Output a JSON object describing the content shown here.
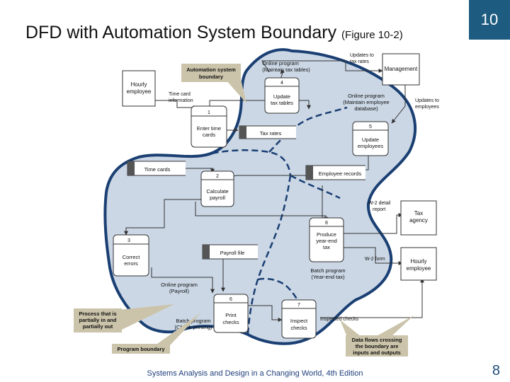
{
  "slide": {
    "title": "DFD with Automation System Boundary",
    "subtitle": "(Figure 10-2)",
    "chapter": "10",
    "footer": "Systems Analysis and Design in a Changing World, 4th Edition",
    "page": "8"
  },
  "colors": {
    "boundary_fill": "#cbd7e5",
    "boundary_stroke": "#1a3f73",
    "callout_fill": "#cbc4aa",
    "badge": "#1d5c80"
  },
  "entities": {
    "hourly_top": [
      "Hourly",
      "employee"
    ],
    "management": "Management",
    "tax_agency": [
      "Tax",
      "agency"
    ],
    "hourly_right": [
      "Hourly",
      "employee"
    ]
  },
  "processes": {
    "p1": {
      "num": "1",
      "label": [
        "Enter time",
        "cards"
      ]
    },
    "p2": {
      "num": "2",
      "label": [
        "Calculate",
        "payroll"
      ]
    },
    "p3": {
      "num": "3",
      "label": [
        "Correct",
        "errors"
      ]
    },
    "p4": {
      "num": "4",
      "label": [
        "Update",
        "tax tables"
      ]
    },
    "p5": {
      "num": "5",
      "label": [
        "Update",
        "employees"
      ]
    },
    "p6": {
      "num": "6",
      "label": [
        "Print",
        "checks"
      ]
    },
    "p7": {
      "num": "7",
      "label": [
        "Inspect",
        "checks"
      ]
    },
    "p8": {
      "num": "8",
      "label": [
        "Produce",
        "year-end",
        "tax"
      ]
    }
  },
  "stores": {
    "tax_rates": "Tax rates",
    "time_cards": "Time cards",
    "employee_records": "Employee records",
    "payroll_file": "Payroll file"
  },
  "flows": {
    "time_card_info": [
      "Time card",
      "information"
    ],
    "updates_tax_rates": [
      "Updates to",
      "tax rates"
    ],
    "updates_employees": [
      "Updates to",
      "employees"
    ],
    "w2_detail": [
      "W-2 detail",
      "report"
    ],
    "w2_form": "W-2 form",
    "inspected_checks": "Inspected checks"
  },
  "annotations": {
    "online_tax": [
      "Online program",
      "(Maintain tax tables)"
    ],
    "online_employee": [
      "Online program",
      "(Maintain employee",
      "database)"
    ],
    "batch_yearend": [
      "Batch program",
      "(Year-end tax)"
    ],
    "online_payroll": [
      "Online program",
      "(Payroll)"
    ],
    "batch_checks": [
      "Batch program",
      "(Check printing)"
    ]
  },
  "callouts": {
    "automation_boundary": [
      "Automation system",
      "boundary"
    ],
    "partial_process": [
      "Process that is",
      "partially in and",
      "partially out"
    ],
    "program_boundary": "Program boundary",
    "crossing_flows": [
      "Data flows crossing",
      "the boundary are",
      "inputs and outputs"
    ]
  }
}
